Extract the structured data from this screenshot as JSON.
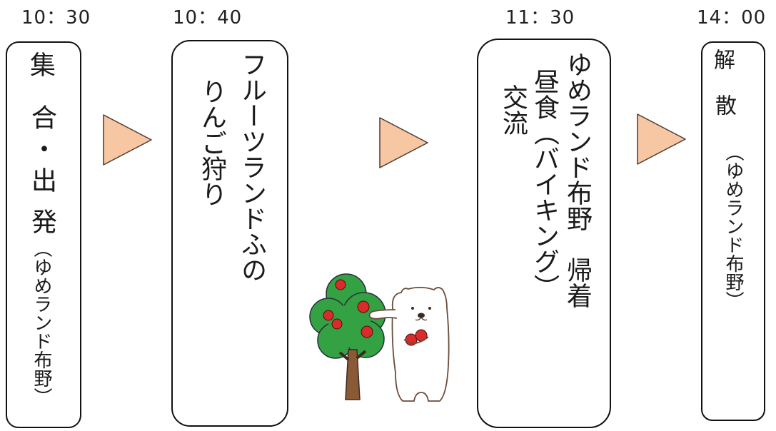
{
  "steps": [
    {
      "time": "10：30",
      "lines": [
        "集",
        "合・出",
        "発",
        "（ゆめランド布野）"
      ]
    },
    {
      "time": "10：40",
      "lines": [
        "フルーツランドふの",
        "りんご狩り"
      ]
    },
    {
      "time": "11：30",
      "lines": [
        "ゆめランド布野　帰着",
        "昼食（バイキング）",
        "交流"
      ]
    },
    {
      "time": "14：00",
      "lines": [
        "解",
        "散",
        "（ゆめランド布野）"
      ]
    }
  ],
  "colors": {
    "arrow_fill": "#f7c6a3",
    "arrow_stroke": "#4a3a30",
    "tree_green": "#34a143",
    "apple_red": "#d92b2b",
    "trunk_brown": "#8a5a36"
  },
  "illustration": {
    "icon": "bear-apple-tree-icon"
  }
}
